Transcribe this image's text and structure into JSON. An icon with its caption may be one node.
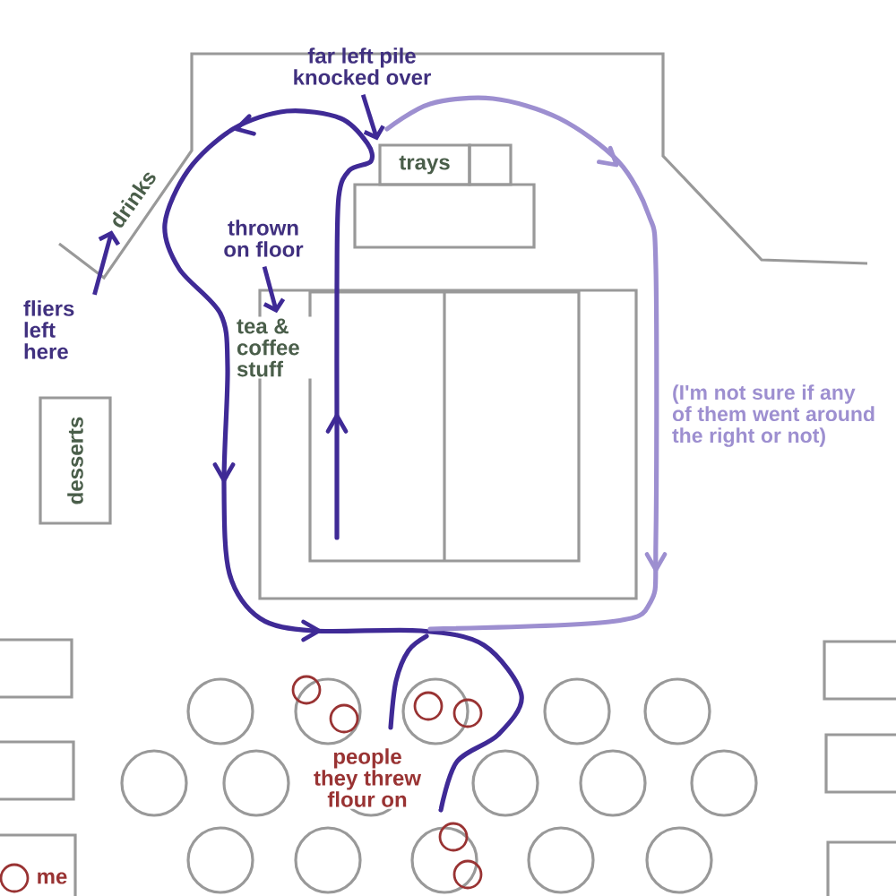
{
  "diagram": {
    "nodes": [
      {
        "text": [
          "far left pile knocked over"
        ]
      },
      {
        "text": [
          "trays"
        ]
      },
      {
        "text": [
          "drinks"
        ]
      },
      {
        "text": [
          "thrown on floor"
        ]
      },
      {
        "text": [
          "tea & coffee stuff"
        ]
      },
      {
        "text": [
          "fliers left here"
        ]
      },
      {
        "text": [
          "desserts"
        ]
      }
    ],
    "edges": [
      {
        "from": 0,
        "to": 1,
        "arrow": "to"
      },
      {
        "from": 3,
        "to": 4,
        "arrow": "to"
      },
      {
        "from": 5,
        "to": 2,
        "arrow": "to"
      }
    ],
    "labels": [
      "(I'm not sure if any of them went around the right or not)",
      "people they threw flour on",
      "me"
    ]
  }
}
